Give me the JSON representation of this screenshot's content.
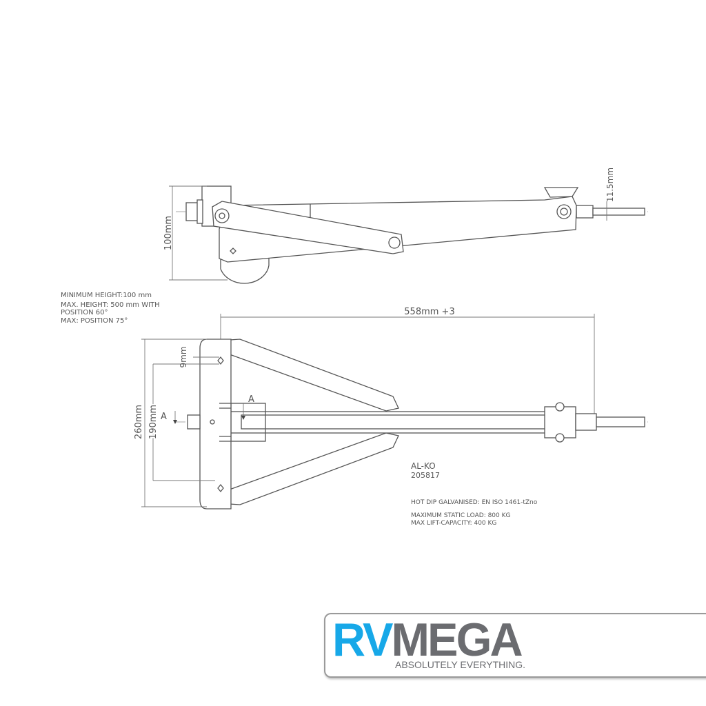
{
  "side_view": {
    "height_dim": "100mm",
    "rod_dim": "11.5mm"
  },
  "notes_left": [
    "MINIMUM HEIGHT:100 mm",
    "MAX. HEIGHT: 500 mm WITH",
    "POSITION 60°",
    "MAX: POSITION 75°"
  ],
  "top_view": {
    "length_dim": "558mm +3",
    "width_dim": "260mm",
    "hole_spacing_dim": "190mm",
    "hole_dim": "9mm",
    "section_label": "A"
  },
  "part": {
    "brand": "AL-KO",
    "number": "205817"
  },
  "notes_right": [
    "HOT DIP GALVANISED: EN ISO 1461-tZno",
    "MAXIMUM STATIC LOAD: 800 KG",
    "MAX LIFT-CAPACITY: 400 KG"
  ],
  "logo": {
    "part1": "RV",
    "part2": "MEGA",
    "tagline": "ABSOLUTELY EVERYTHING.",
    "color_primary": "#17a8e8",
    "color_secondary": "#6b6c70"
  }
}
